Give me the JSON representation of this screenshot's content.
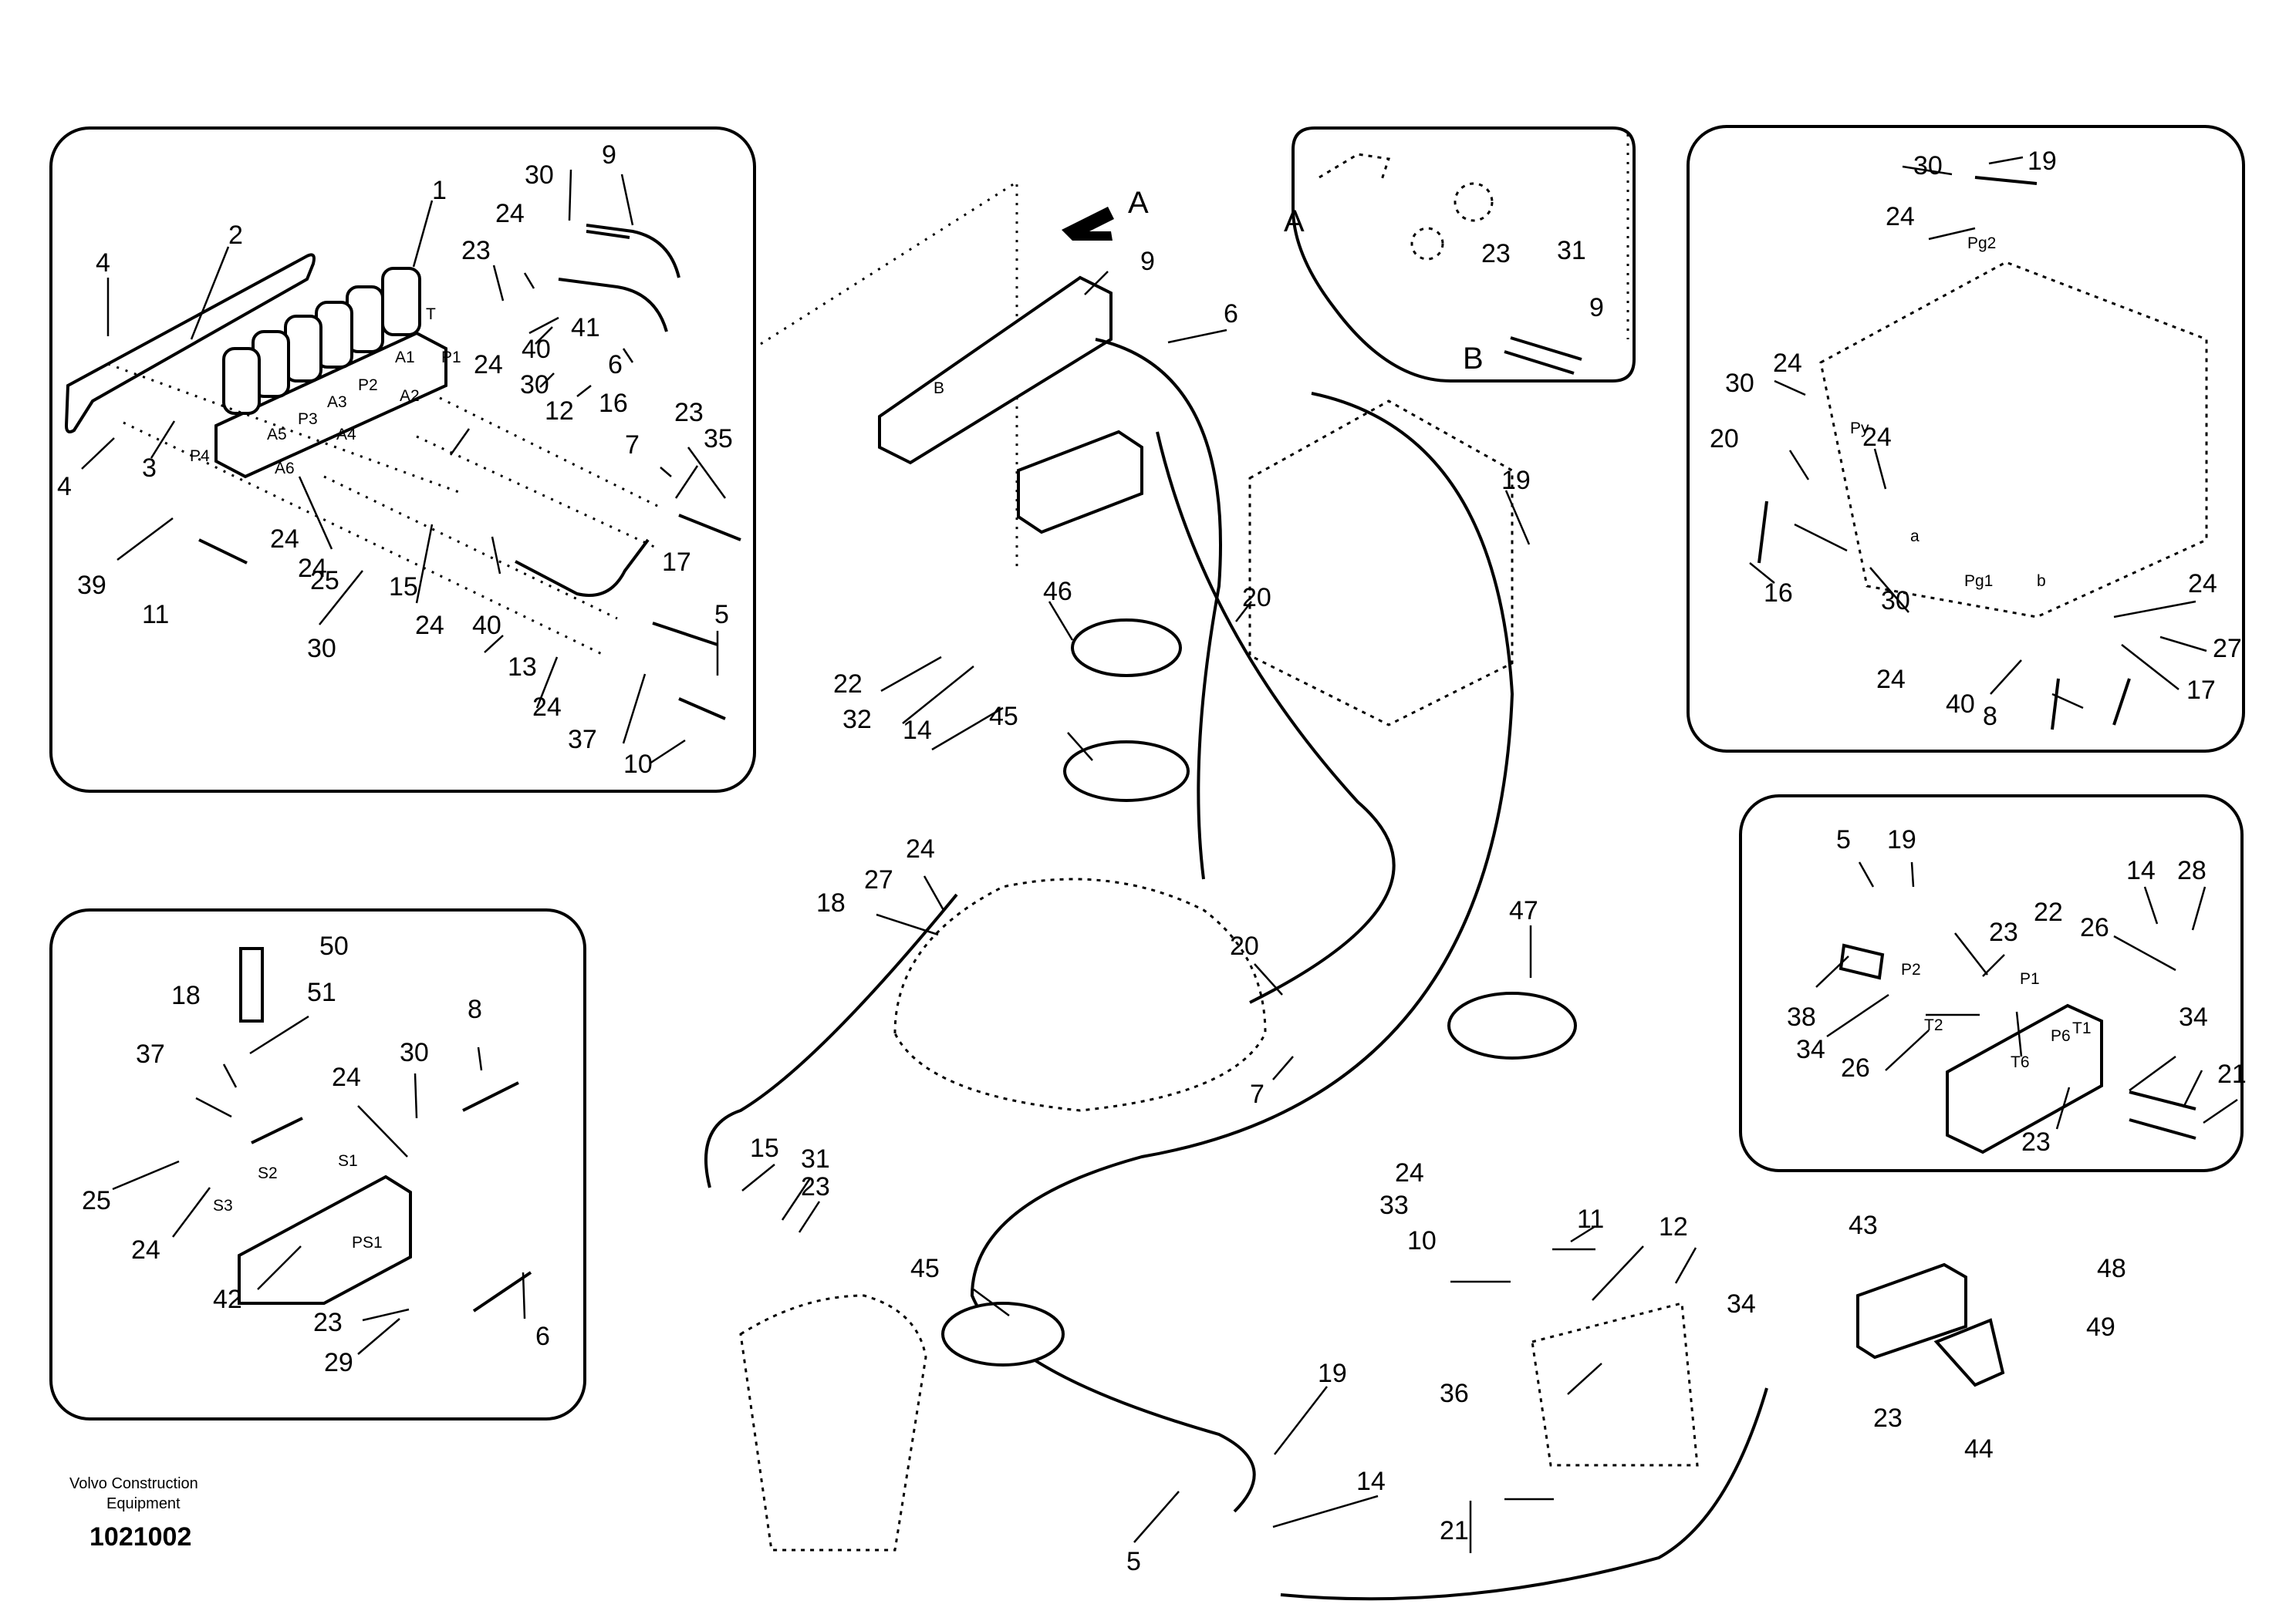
{
  "footer": {
    "company_line1": "Volvo Construction",
    "company_line2": "Equipment",
    "drawing_number": "1021002"
  },
  "view_markers": {
    "view_a": "A",
    "view_b": "B"
  },
  "callouts": [
    "1",
    "2",
    "3",
    "4",
    "4",
    "9",
    "30",
    "24",
    "23",
    "41",
    "6",
    "40",
    "24",
    "30",
    "12",
    "16",
    "7",
    "23",
    "35",
    "24",
    "39",
    "11",
    "24",
    "25",
    "15",
    "24",
    "40",
    "30",
    "17",
    "5",
    "13",
    "24",
    "37",
    "10",
    "A",
    "23",
    "31",
    "9",
    "B",
    "30",
    "19",
    "24",
    "30",
    "24",
    "24",
    "20",
    "16",
    "30",
    "24",
    "27",
    "24",
    "40",
    "8",
    "17",
    "50",
    "18",
    "51",
    "37",
    "24",
    "30",
    "8",
    "25",
    "24",
    "42",
    "23",
    "29",
    "6",
    "9",
    "6",
    "19",
    "46",
    "20",
    "22",
    "32",
    "14",
    "45",
    "24",
    "27",
    "18",
    "20",
    "7",
    "47",
    "15",
    "31",
    "23",
    "45",
    "19",
    "5",
    "14",
    "21",
    "24",
    "33",
    "10",
    "11",
    "12",
    "36",
    "5",
    "19",
    "14",
    "28",
    "22",
    "26",
    "23",
    "38",
    "34",
    "26",
    "34",
    "21",
    "23",
    "43",
    "48",
    "34",
    "49",
    "23",
    "44"
  ],
  "port_labels": [
    "T",
    "P1",
    "A1",
    "P2",
    "A2",
    "P3",
    "A3",
    "A5",
    "A4",
    "A6",
    "P4",
    "Pg2",
    "Py",
    "a",
    "Pg1",
    "b",
    "S1",
    "S2",
    "S3",
    "PS1",
    "P2",
    "P1",
    "T2",
    "P6",
    "T1",
    "T6",
    "B"
  ]
}
